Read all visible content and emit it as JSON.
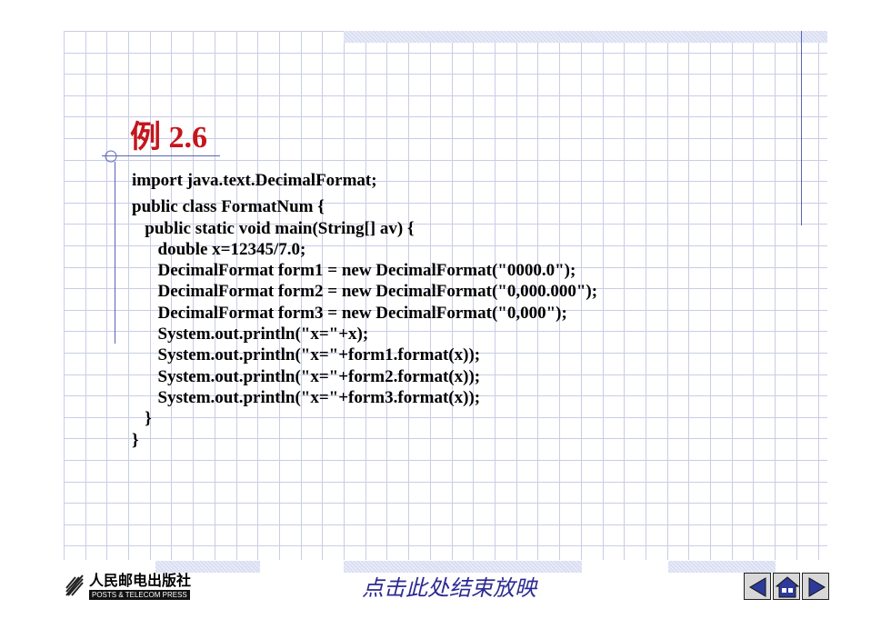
{
  "slide": {
    "title": "例 2.6",
    "code_lines": [
      "import java.text.DecimalFormat;",
      "public class FormatNum {",
      "   public static void main(String[] av) {",
      "      double x=12345/7.0;",
      "      DecimalFormat form1 = new DecimalFormat(\"0000.0\");",
      "      DecimalFormat form2 = new DecimalFormat(\"0,000.000\");",
      "      DecimalFormat form3 = new DecimalFormat(\"0,000\");",
      "      System.out.println(\"x=\"+x);",
      "      System.out.println(\"x=\"+form1.format(x));",
      "      System.out.println(\"x=\"+form2.format(x));",
      "      System.out.println(\"x=\"+form3.format(x));",
      "   }",
      "}"
    ]
  },
  "footer": {
    "publisher_cn": "人民邮电出版社",
    "publisher_en": "POSTS & TELECOM PRESS",
    "end_show_label": "点击此处结束放映"
  },
  "nav": {
    "buttons": [
      {
        "name": "previous-slide-button",
        "icon": "left-triangle-icon"
      },
      {
        "name": "home-button",
        "icon": "home-icon"
      },
      {
        "name": "next-slide-button",
        "icon": "right-triangle-icon"
      }
    ]
  },
  "colors": {
    "title": "#c4161c",
    "code": "#000000",
    "end_show": "#2c2a92",
    "grid": "#c9cde6",
    "accent": "#5a64b4",
    "nav_fill": "#2e3a9a"
  }
}
